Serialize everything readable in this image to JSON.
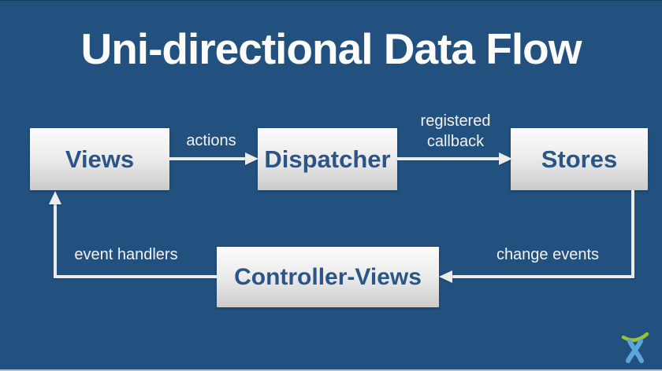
{
  "slide": {
    "title": "Uni-directional Data Flow"
  },
  "colors": {
    "background": "#23517F",
    "title_text": "#FCFCFC",
    "node_text": "#2B5586",
    "node_gradient_top": "#FCFCFC",
    "node_gradient_bottom": "#CBCBCB",
    "arrow": "#ECECEC",
    "edge_label_text": "#F2F2F2",
    "logo_arc_green": "#9BC32F",
    "logo_figure_blue": "#5BA6DB"
  },
  "diagram": {
    "nodes": [
      {
        "id": "views",
        "label": "Views"
      },
      {
        "id": "dispatcher",
        "label": "Dispatcher"
      },
      {
        "id": "stores",
        "label": "Stores"
      },
      {
        "id": "controller_views",
        "label": "Controller-Views"
      }
    ],
    "edges": [
      {
        "from": "Views",
        "to": "Dispatcher",
        "label": "actions"
      },
      {
        "from": "Dispatcher",
        "to": "Stores",
        "label": "registered callback"
      },
      {
        "from": "Stores",
        "to": "Controller-Views",
        "label": "change events"
      },
      {
        "from": "Controller-Views",
        "to": "Views",
        "label": "event handlers"
      }
    ]
  },
  "footer": {
    "logo": "atlassian-logo"
  }
}
